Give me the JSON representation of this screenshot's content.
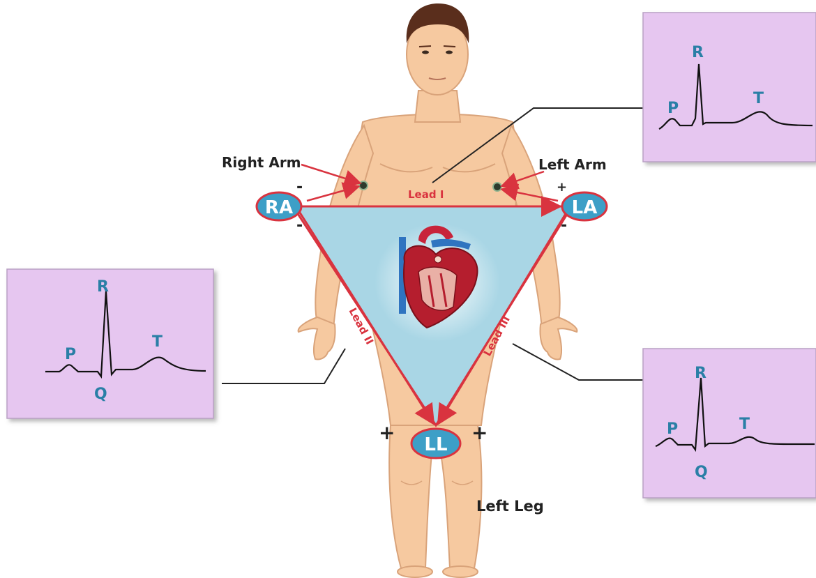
{
  "labels": {
    "right_arm": "Right Arm",
    "left_arm": "Left Arm",
    "left_leg": "Left Leg"
  },
  "electrodes": {
    "ra": "RA",
    "la": "LA",
    "ll": "LL"
  },
  "leads": {
    "lead1": "Lead I",
    "lead2": "Lead II",
    "lead3": "Lead III"
  },
  "polarity": {
    "negative": "-",
    "positive": "+"
  },
  "waves": {
    "lead1": {
      "p": "P",
      "r": "R",
      "t": "T"
    },
    "lead2": {
      "p": "P",
      "q": "Q",
      "r": "R",
      "t": "T"
    },
    "lead3": {
      "p": "P",
      "q": "Q",
      "r": "R",
      "t": "T"
    }
  },
  "colors": {
    "skin": "#f6c9a0",
    "skin_shadow": "#d9a37a",
    "triangle_fill": "#a9d6e5",
    "triangle_stroke": "#d9333f",
    "electrode_fill": "#3d9fc7",
    "panel_fill": "#e6c6f0",
    "wave_label": "#2a7fa6"
  }
}
